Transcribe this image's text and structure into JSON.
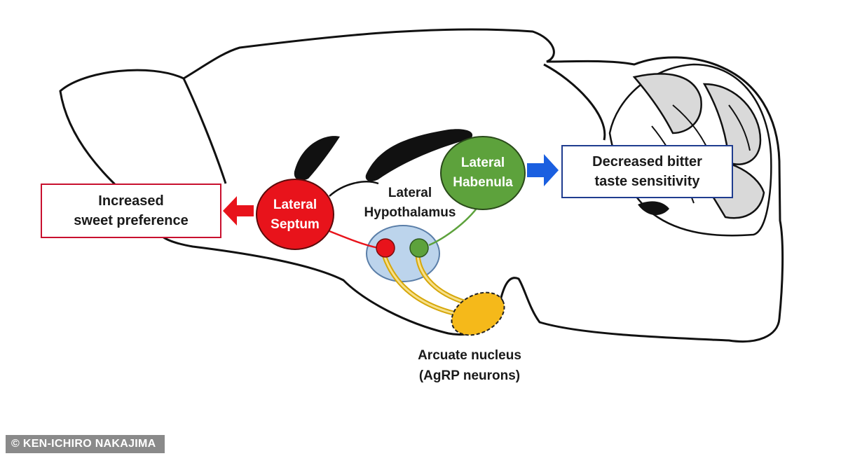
{
  "nodes": {
    "lateral_septum": {
      "label_line1": "Lateral",
      "label_line2": "Septum",
      "color": "#e8131b"
    },
    "lateral_habenula": {
      "label_line1": "Lateral",
      "label_line2": "Habenula",
      "color": "#5da23c"
    },
    "lateral_hypothalamus": {
      "label": "Lateral\nHypothalamus",
      "color": "#bcd4ec"
    },
    "arcuate_nucleus": {
      "label": "Arcuate nucleus\n(AgRP neurons)",
      "color": "#f5b91a"
    }
  },
  "outcomes": {
    "sweet": {
      "text": "Increased\nsweet preference",
      "arrow_color": "#e8131b"
    },
    "bitter": {
      "text": "Decreased bitter\ntaste sensitivity",
      "arrow_color": "#1a5fe0"
    }
  },
  "connection_colors": {
    "red_path": "#e8131b",
    "green_path": "#5da23c",
    "yellow_path": "#f0c419"
  },
  "credit": "© KEN-ICHIRO NAKAJIMA"
}
